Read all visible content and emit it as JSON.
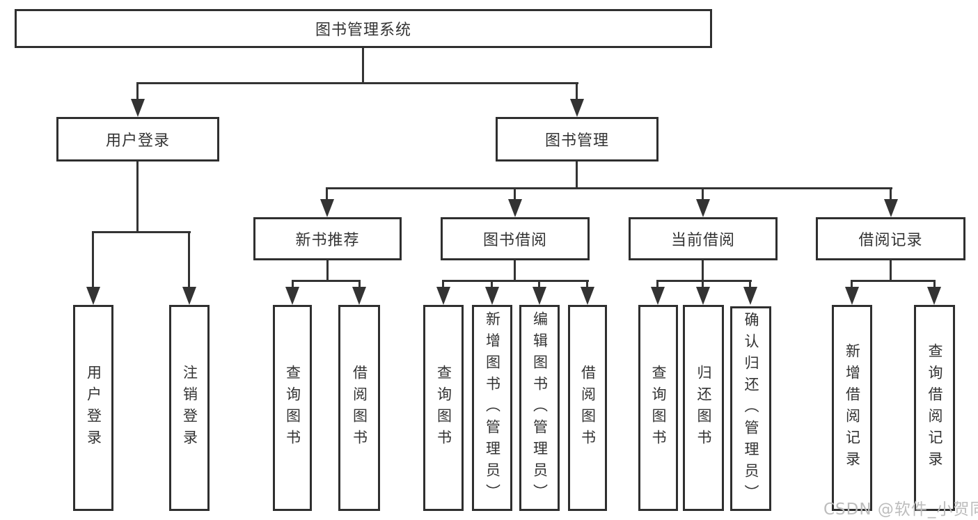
{
  "diagram": {
    "type": "hierarchy-flowchart",
    "nodes": {
      "root": "图书管理系统",
      "user_login": "用户登录",
      "book_mgmt": "图书管理",
      "login_leaf": "用户登录",
      "logout_leaf": "注销登录",
      "new_book_rec": "新书推荐",
      "book_borrow": "图书借阅",
      "current_borrow": "当前借阅",
      "borrow_records": "借阅记录",
      "nbr_query": "查询图书",
      "nbr_borrow": "借阅图书",
      "bb_query": "查询图书",
      "bb_add": "新增图书（管理员）",
      "bb_edit": "编辑图书（管理员）",
      "bb_borrow": "借阅图书",
      "cb_query": "查询图书",
      "cb_return": "归还图书",
      "cb_confirm": "确认归还（管理员）",
      "br_add": "新增借阅记录",
      "br_query": "查询借阅记录"
    },
    "structure": {
      "图书管理系统": {
        "用户登录": [
          "用户登录",
          "注销登录"
        ],
        "图书管理": {
          "新书推荐": [
            "查询图书",
            "借阅图书"
          ],
          "图书借阅": [
            "查询图书",
            "新增图书（管理员）",
            "编辑图书（管理员）",
            "借阅图书"
          ],
          "当前借阅": [
            "查询图书",
            "归还图书",
            "确认归还（管理员）"
          ],
          "借阅记录": [
            "新增借阅记录",
            "查询借阅记录"
          ]
        }
      }
    },
    "colors": {
      "line": "#333333",
      "box_border": "#2f2f2f",
      "text": "#333333",
      "watermark": "#bdbdbd",
      "background": "#ffffff"
    }
  },
  "watermark": {
    "text": "CSDN @软件_小贺同学"
  }
}
